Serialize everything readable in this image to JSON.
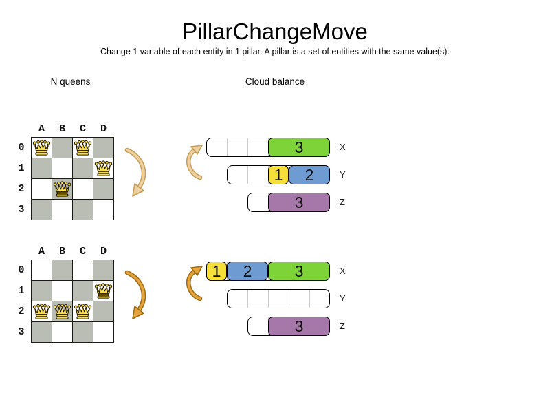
{
  "title": "PillarChangeMove",
  "subtitle": "Change 1 variable of each entity in 1 pillar. A pillar is a set of entities with the same value(s).",
  "examples": {
    "left_heading": "N queens",
    "right_heading": "Cloud balance"
  },
  "board": {
    "columns": [
      "A",
      "B",
      "C",
      "D"
    ],
    "rows": [
      "0",
      "1",
      "2",
      "3"
    ]
  },
  "boards": [
    {
      "id": "queens-board-before",
      "queens": [
        {
          "col": "A",
          "row": "0"
        },
        {
          "col": "C",
          "row": "0"
        },
        {
          "col": "D",
          "row": "1"
        },
        {
          "col": "B",
          "row": "2"
        }
      ]
    },
    {
      "id": "queens-board-after",
      "queens": [
        {
          "col": "D",
          "row": "1"
        },
        {
          "col": "A",
          "row": "2"
        },
        {
          "col": "B",
          "row": "2"
        },
        {
          "col": "C",
          "row": "2"
        }
      ]
    }
  ],
  "cloud": {
    "diagrams": [
      {
        "id": "cloud-before",
        "bars": [
          {
            "label": "X",
            "start": 0,
            "slots": 6,
            "blocks": [
              {
                "text": "3",
                "start": 3,
                "size": 3,
                "color": "green"
              }
            ]
          },
          {
            "label": "Y",
            "start": 1,
            "slots": 5,
            "blocks": [
              {
                "text": "1",
                "start": 3,
                "size": 1,
                "color": "yellow"
              },
              {
                "text": "2",
                "start": 4,
                "size": 2,
                "color": "blue"
              }
            ]
          },
          {
            "label": "Z",
            "start": 2,
            "slots": 4,
            "blocks": [
              {
                "text": "3",
                "start": 3,
                "size": 3,
                "color": "purple"
              }
            ]
          }
        ]
      },
      {
        "id": "cloud-after",
        "bars": [
          {
            "label": "X",
            "start": 0,
            "slots": 6,
            "blocks": [
              {
                "text": "1",
                "start": 0,
                "size": 1,
                "color": "yellow"
              },
              {
                "text": "2",
                "start": 1,
                "size": 2,
                "color": "blue"
              },
              {
                "text": "3",
                "start": 3,
                "size": 3,
                "color": "green"
              }
            ]
          },
          {
            "label": "Y",
            "start": 1,
            "slots": 5,
            "blocks": []
          },
          {
            "label": "Z",
            "start": 2,
            "slots": 4,
            "blocks": [
              {
                "text": "3",
                "start": 3,
                "size": 3,
                "color": "purple"
              }
            ]
          }
        ]
      }
    ]
  },
  "colors": {
    "green": "#7dd338",
    "yellow": "#f7df39",
    "blue": "#6e9bd2",
    "purple": "#a678a9",
    "board_gray": "#b9bdb4",
    "queen_gold": "#ffdf3f",
    "arrow_tan_fill": "#edd09f",
    "arrow_tan_stroke": "#c79d55",
    "arrow_orange_fill": "#e5a43d",
    "arrow_orange_stroke": "#9e6c10"
  }
}
